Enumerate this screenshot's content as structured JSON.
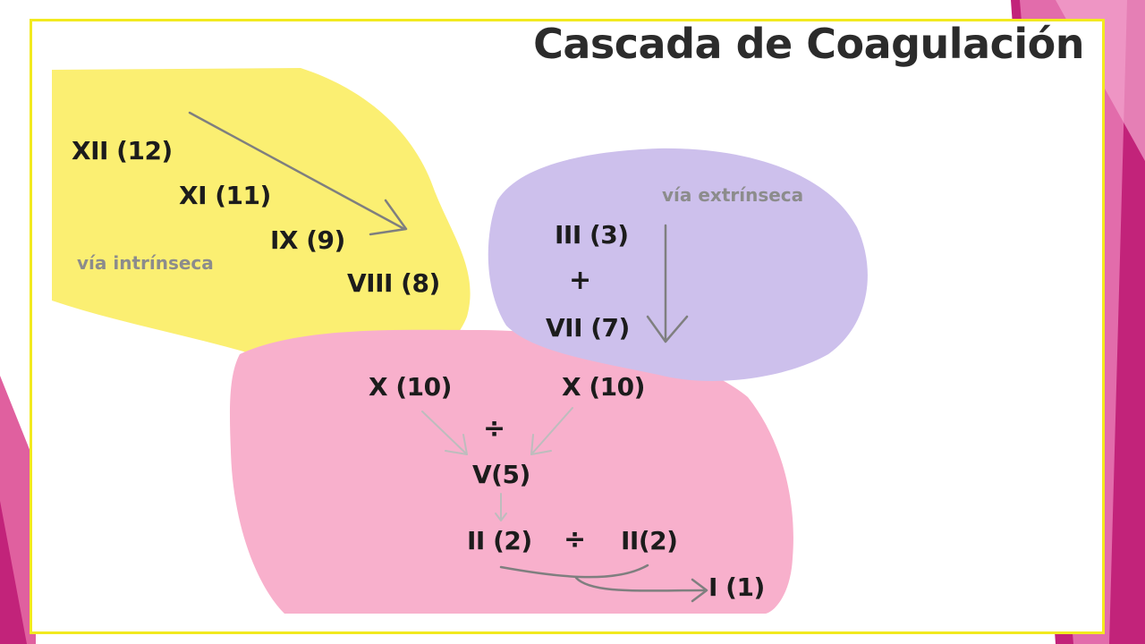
{
  "title": "Cascada de Coagulación",
  "pathways": {
    "intrinsic": "vía intrínseca",
    "extrinsic": "vía extrínseca"
  },
  "factors": {
    "f12": "XII (12)",
    "f11": "XI (11)",
    "f9": "IX (9)",
    "f8": "VIII (8)",
    "f3": "III (3)",
    "plus": "+",
    "f7": "VII (7)",
    "f10_left": "X (10)",
    "f10_right": "X (10)",
    "div_top": "÷",
    "f5": "V(5)",
    "f2_left": "II (2)",
    "div_bottom": "÷",
    "f2_right": "II(2)",
    "f1": "I (1)"
  },
  "colors": {
    "intrinsic_region": "#fbef72",
    "extrinsic_region": "#cdc0ec",
    "common_region": "#f8b0cc",
    "frame_border": "#f2ea1f",
    "theme_magenta": "#c2237a"
  }
}
